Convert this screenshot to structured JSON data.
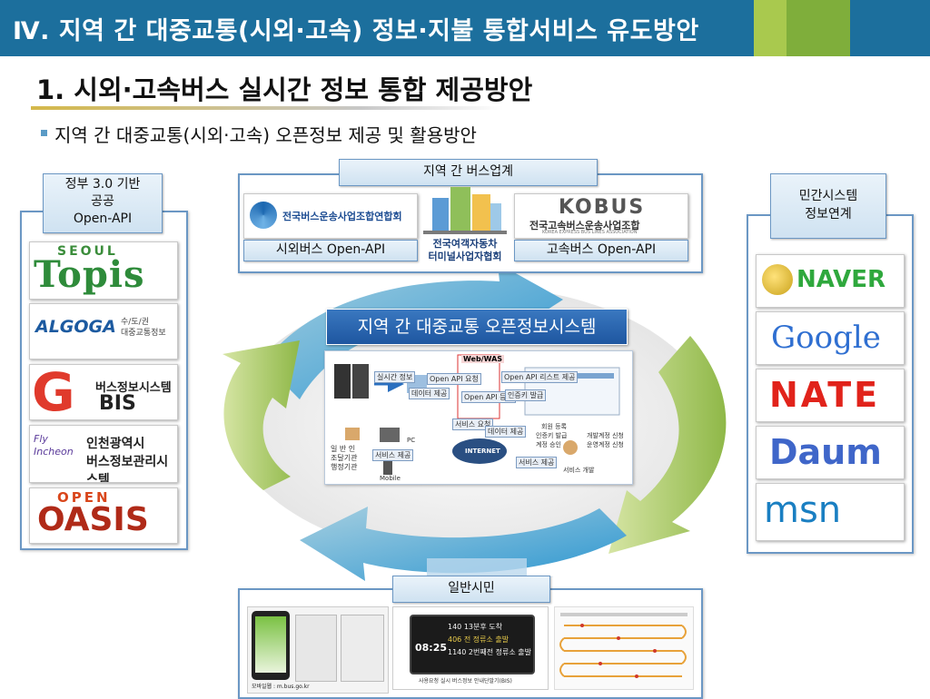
{
  "header": {
    "title": "Ⅳ. 지역 간 대중교통(시외·고속) 정보·지불 통합서비스 유도방안"
  },
  "section": {
    "title": "1. 시외·고속버스 실시간 정보 통합 제공방안",
    "subtitle": "지역 간 대중교통(시외·고속) 오픈정보 제공 및 활용방안"
  },
  "left_panel": {
    "tag": "정부 3.0 기반\n공공\nOpen-API",
    "logos": [
      {
        "line1": "SEOUL",
        "line2": "Topis"
      },
      {
        "brand": "ALGOGA",
        "desc": "수/도/권\n대중교통정보"
      },
      {
        "letter": "G",
        "text": "버스정보시스템",
        "sub": "BIS"
      },
      {
        "fly": "Fly\nIncheon",
        "text": "인천광역시\n버스정보관리시스템"
      },
      {
        "line1": "OPEN",
        "line2": "OASIS"
      }
    ]
  },
  "right_panel": {
    "tag": "민간시스템\n정보연계",
    "logos": {
      "naver": "NAVER",
      "google": "Google",
      "nate": "NATE",
      "daum": "Daum",
      "msn": "msn"
    }
  },
  "top_panel": {
    "tag": "지역 간 버스업계",
    "org1": "전국버스운송사업조합연합회",
    "org2_title": "KOBUS",
    "org2_name": "전국고속버스운송사업조합",
    "org2_en": "KOREA EXPRESS BUS LINES ASSOCIATION",
    "center_org": "전국여객자동차\n터미널사업자협회",
    "api1": "시외버스 Open-API",
    "api2": "고속버스 Open-API"
  },
  "center": {
    "banner": "지역 간 대중교통 오픈정보시스템",
    "web_was": "Web/WAS",
    "labels": {
      "realtime": "실시간 정보",
      "open_api_req": "Open API 요청",
      "open_api_list": "Open API 리스트 제공",
      "data_provide": "데이터 제공",
      "open_api_register": "Open API 등록",
      "cert_key": "인증키 발급",
      "service_req": "서비스 요청",
      "data_provide2": "데이터 제공",
      "user": "일 반 인",
      "org": "조달기관",
      "admin": "행정기관",
      "pc": "PC",
      "mobile": "Mobile",
      "internet": "INTERNET",
      "service_provide": "서비스 제공",
      "member": "회원 등록",
      "cert_apply": "인증키 발급",
      "cert_approve": "계정 승인",
      "dev_apply": "개발계정 신청",
      "op_apply": "운영계정 신청",
      "service_provide2": "서비스 제공",
      "service_dev": "서비스 개발"
    }
  },
  "bottom_panel": {
    "tag": "일반시민",
    "screen": {
      "row1": "140 13분후 도착",
      "row2": "406 전 정류소 출발",
      "row3": "1140 2번째전 정류소 출발",
      "time": "08:25"
    },
    "caption": "사용요청 실시 버스정보 안내단말기(BIS)",
    "mobile_caption": "모바일웹 : m.bus.go.kr"
  }
}
